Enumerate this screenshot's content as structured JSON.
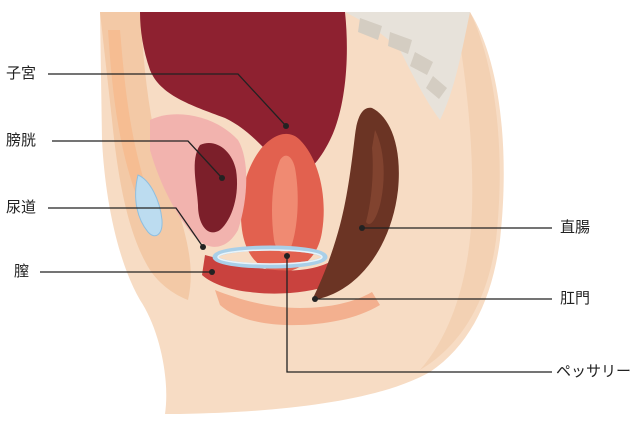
{
  "labels": {
    "uterus": "子宮",
    "bladder": "膀胱",
    "urethra": "尿道",
    "vagina": "膣",
    "rectum": "直腸",
    "anus": "肛門",
    "pessary": "ペッサリー"
  },
  "colors": {
    "skin": "#f7dcc4",
    "skin_shadow": "#f0c9a8",
    "uterus_dark": "#8e2130",
    "uterus_body": "#e2614f",
    "bladder_dark": "#7c1f2a",
    "tissue_pink": "#f2b3ae",
    "rectum": "#6b3424",
    "vertebra": "#e7e2da",
    "pessary_ring": "#a9cfe8",
    "leader_line": "#222222"
  }
}
